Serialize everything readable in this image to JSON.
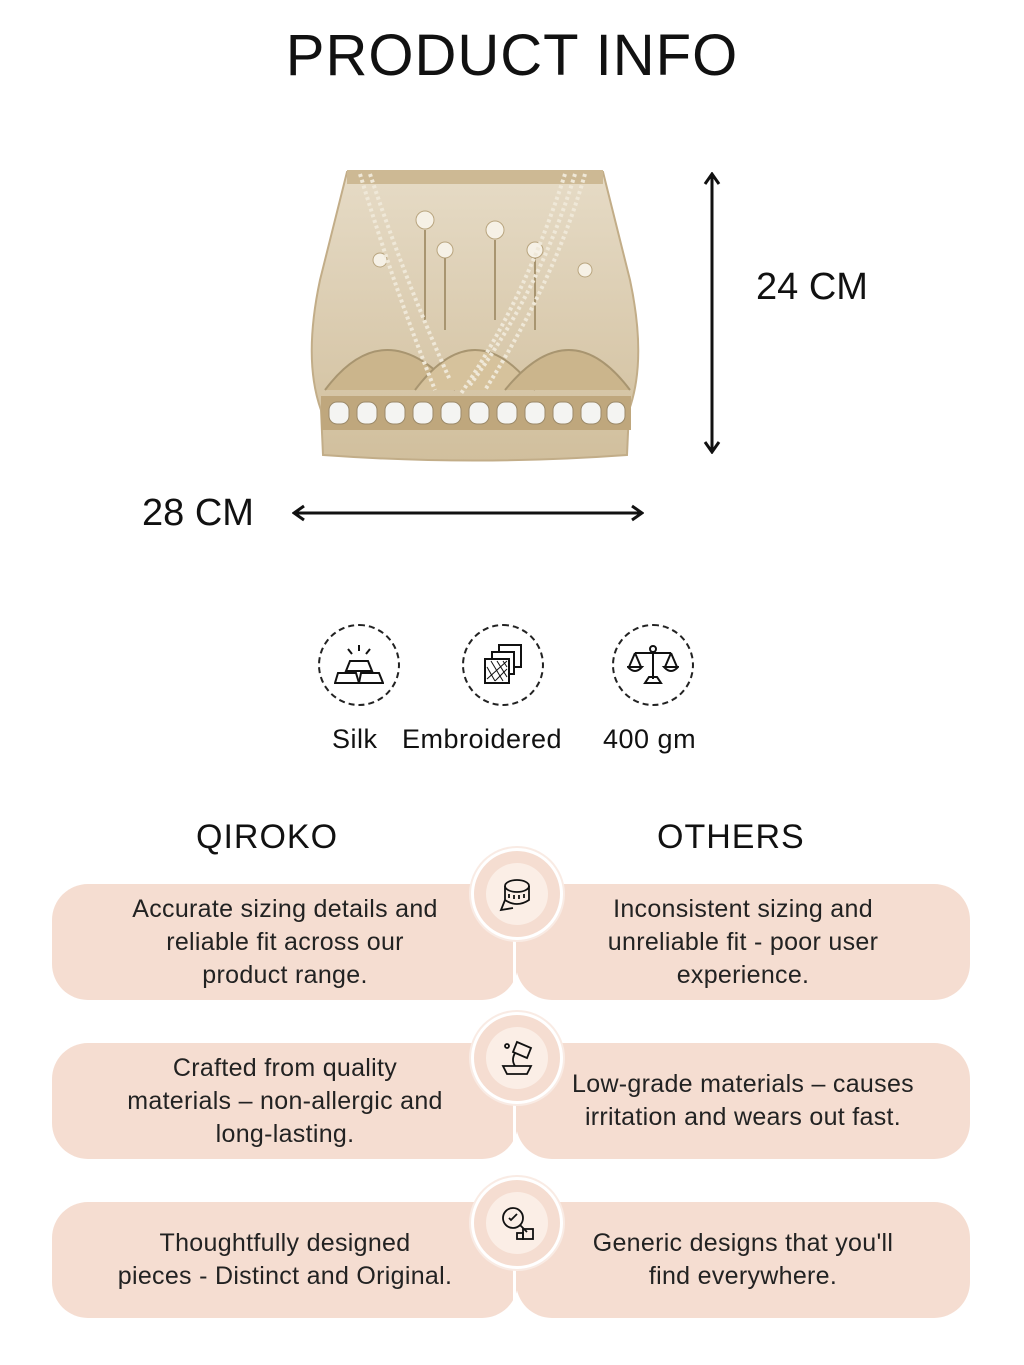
{
  "header": {
    "title": "PRODUCT INFO"
  },
  "dimensions": {
    "height": "24 CM",
    "width": "28 CM"
  },
  "features": [
    {
      "icon": "silk-bars-icon",
      "label": "Silk"
    },
    {
      "icon": "embroidered-fabric-icon",
      "label": "Embroidered"
    },
    {
      "icon": "weighing-scale-icon",
      "label": "400 gm"
    }
  ],
  "comparison": {
    "left_heading": "QIROKO",
    "right_heading": "OTHERS",
    "rows": [
      {
        "icon": "measuring-tape-icon",
        "left": [
          "Accurate sizing details and",
          "reliable fit across our",
          "product range."
        ],
        "right": [
          "Inconsistent sizing and",
          "unreliable fit - poor user",
          "experience."
        ]
      },
      {
        "icon": "material-pour-icon",
        "left": [
          "Crafted from quality",
          "materials – non-allergic and",
          "long-lasting."
        ],
        "right": [
          "Low-grade materials – causes",
          "irritation and wears out fast."
        ]
      },
      {
        "icon": "design-search-icon",
        "left": [
          "Thoughtfully designed",
          "pieces - Distinct and Original."
        ],
        "right": [
          "Generic designs that you'll",
          "find everywhere."
        ]
      }
    ]
  },
  "colors": {
    "pill": "#f5ddd1",
    "text": "#111111",
    "bag": "#d8c9a8"
  }
}
